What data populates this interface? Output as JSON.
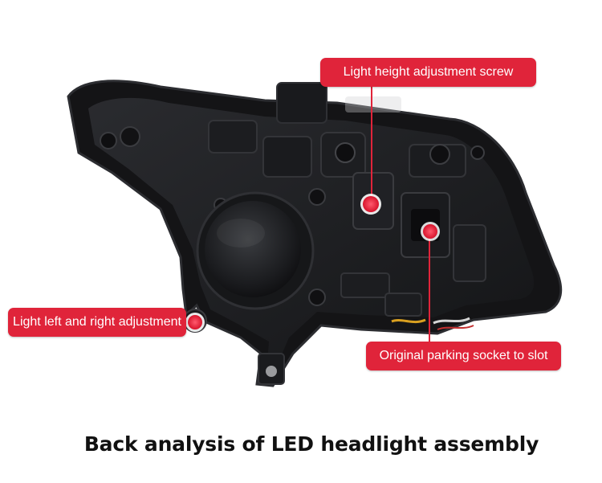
{
  "callouts": {
    "height_screw": "Light height adjustment screw",
    "left_right": "Light left and right adjustment",
    "parking_socket": "Original parking socket to slot"
  },
  "caption": "Back analysis of LED headlight assembly",
  "colors": {
    "callout_bg": "#e0243a",
    "marker_dot": "#e01e35",
    "housing": "#1e1f22"
  },
  "icons": [
    "height-adjust-marker",
    "left-right-adjust-marker",
    "parking-socket-marker"
  ]
}
